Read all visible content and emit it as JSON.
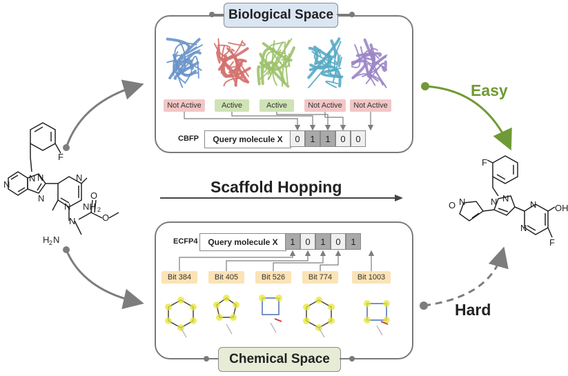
{
  "biological": {
    "title": "Biological Space",
    "label": "CBFP",
    "query": "Query molecule X",
    "tags": [
      "Not Active",
      "Active",
      "Active",
      "Not Active",
      "Not Active"
    ],
    "bits": [
      "0",
      "1",
      "1",
      "0",
      "0"
    ],
    "protein_colors": [
      "#6a93c9",
      "#d4716e",
      "#9cc26a",
      "#58aac4",
      "#9b86c7"
    ]
  },
  "chemical": {
    "title": "Chemical Space",
    "label": "ECFP4",
    "query": "Query molecule X",
    "tags": [
      "Bit 384",
      "Bit 405",
      "Bit 526",
      "Bit 774",
      "Bit 1003"
    ],
    "bits": [
      "1",
      "0",
      "1",
      "0",
      "1"
    ]
  },
  "center": {
    "label": "Scaffold Hopping"
  },
  "routes": {
    "easy": "Easy",
    "hard": "Hard"
  },
  "left_molecule": {
    "atoms": [
      "F",
      "N",
      "N",
      "N",
      "N",
      "N",
      "NH2",
      "H2N",
      "N",
      "O",
      "O"
    ]
  },
  "right_molecule": {
    "atoms": [
      "F",
      "N",
      "N",
      "O",
      "N",
      "N",
      "N",
      "OH",
      "F"
    ]
  },
  "colors": {
    "easy": "#6f9a35",
    "arrow": "#7d7d7d",
    "highlight": "#e6e635"
  }
}
